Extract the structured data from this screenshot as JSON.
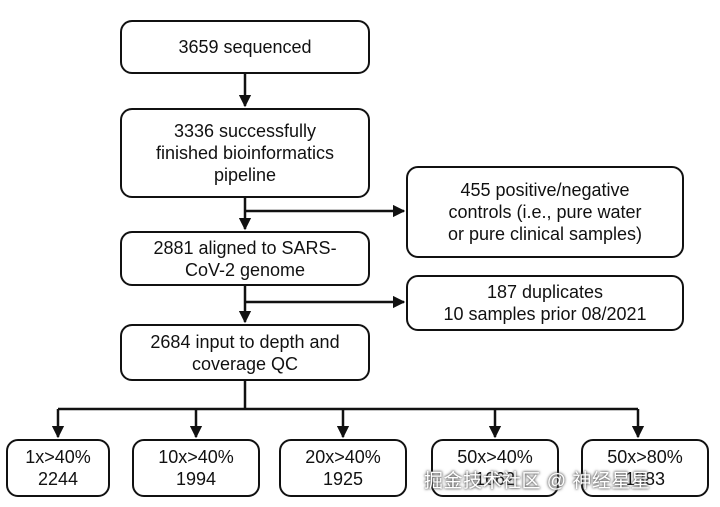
{
  "flow": {
    "sequenced": [
      "3659 sequenced"
    ],
    "pipeline": [
      "3336 successfully",
      "finished bioinformatics",
      "pipeline"
    ],
    "controls": [
      "455 positive/negative",
      "controls (i.e., pure water",
      "or pure clinical samples)"
    ],
    "aligned": [
      "2881 aligned to SARS-",
      "CoV-2 genome"
    ],
    "duplicates": [
      "187 duplicates",
      "10 samples prior 08/2021"
    ],
    "depth_qc": [
      "2684 input to depth and",
      "coverage QC"
    ],
    "outcomes": [
      [
        "1x>40%",
        "2244"
      ],
      [
        "10x>40%",
        "1994"
      ],
      [
        "20x>40%",
        "1925"
      ],
      [
        "50x>40%",
        "1662"
      ],
      [
        "50x>80%",
        "1383"
      ]
    ]
  },
  "watermark": "掘金技术社区 @ 神经星星"
}
